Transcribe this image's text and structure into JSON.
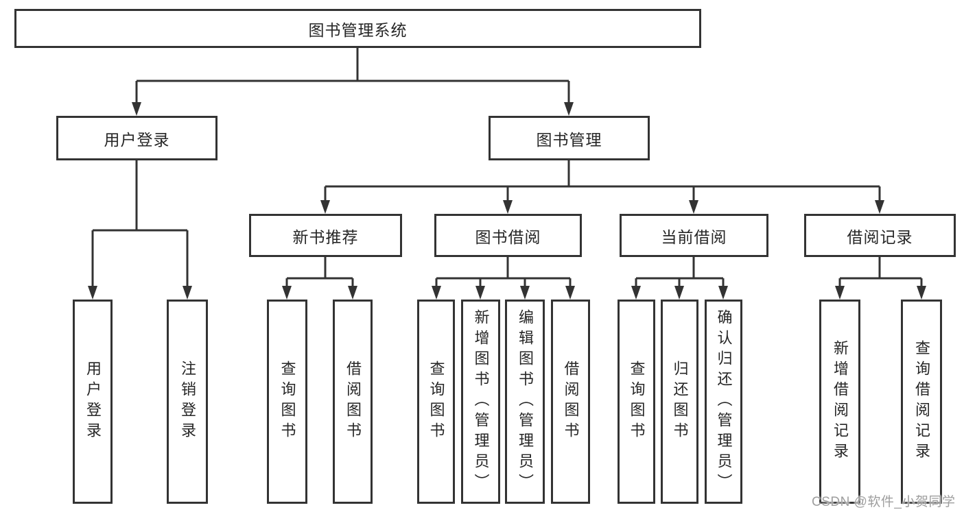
{
  "tree": {
    "label": "图书管理系统",
    "children": [
      {
        "label": "用户登录",
        "children": [
          {
            "label": "用户登录"
          },
          {
            "label": "注销登录"
          }
        ]
      },
      {
        "label": "图书管理",
        "children": [
          {
            "label": "新书推荐",
            "children": [
              {
                "label": "查询图书"
              },
              {
                "label": "借阅图书"
              }
            ]
          },
          {
            "label": "图书借阅",
            "children": [
              {
                "label": "查询图书"
              },
              {
                "label": "新增图书（管理员）"
              },
              {
                "label": "编辑图书（管理员）"
              },
              {
                "label": "借阅图书"
              }
            ]
          },
          {
            "label": "当前借阅",
            "children": [
              {
                "label": "查询图书"
              },
              {
                "label": "归还图书"
              },
              {
                "label": "确认归还（管理员）"
              }
            ]
          },
          {
            "label": "借阅记录",
            "children": [
              {
                "label": "新增借阅记录"
              },
              {
                "label": "查询借阅记录"
              }
            ]
          }
        ]
      }
    ]
  },
  "watermark": {
    "text": "CSDN @软件_小贺同学"
  },
  "colors": {
    "line": "#333333",
    "box_border": "#333333",
    "text": "#262626",
    "background": "#ffffff",
    "watermark": "#9e9e9e"
  }
}
